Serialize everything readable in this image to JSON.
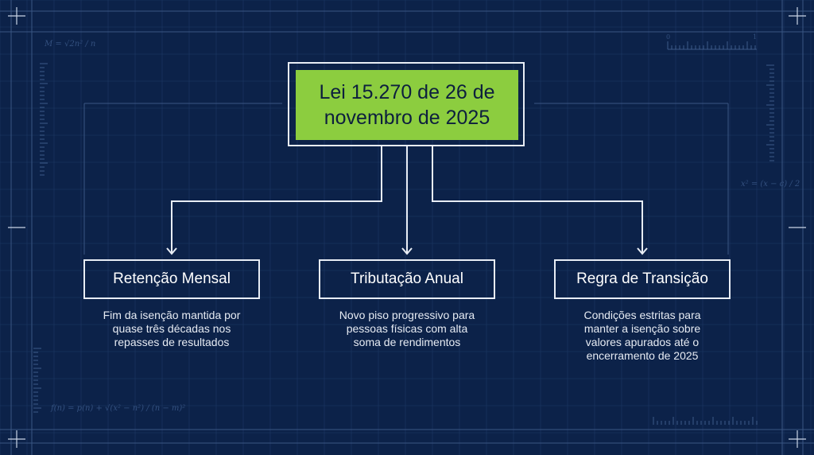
{
  "colors": {
    "background": "#0c2249",
    "grid_line": "#1f3a66",
    "frame_line": "#3a5684",
    "connector": "#e8edf5",
    "root_fill": "#8ccd3f",
    "root_text": "#0d1f3e",
    "node_text": "#ffffff",
    "description_text": "#e6ebf3"
  },
  "diagram": {
    "root": {
      "title_line_1": "Lei 15.270 de 26 de",
      "title_line_2": "novembro de 2025"
    },
    "nodes": [
      {
        "label": "Retenção Mensal",
        "description": [
          "Fim da isenção mantida por",
          "quase três décadas nos",
          "repasses de resultados"
        ]
      },
      {
        "label": "Tributação Anual",
        "description": [
          "Novo piso progressivo para",
          "pessoas físicas com alta",
          "soma de rendimentos"
        ]
      },
      {
        "label": "Regra de Transição",
        "description": [
          "Condições estritas para",
          "manter a isenção sobre",
          "valores apurados até o",
          "encerramento de 2025"
        ]
      }
    ]
  },
  "decorations": {
    "formula_top_left": "M = √2n² / n",
    "formula_right": "x² = (x − c) / 2",
    "formula_bottom_left": "f(n) = p(n) + √(x² − n²) / (n − m)²",
    "ruler_start": "0",
    "ruler_end": "1"
  }
}
